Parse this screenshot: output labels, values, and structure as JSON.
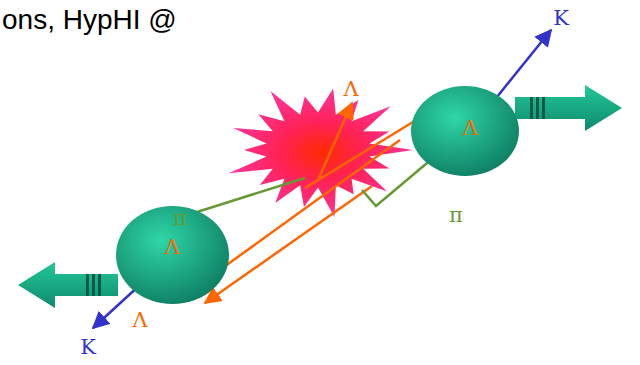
{
  "diagram": {
    "title": "ons, HypHI @",
    "nodes": [
      {
        "text": [
          "Λ"
        ]
      },
      {
        "text": [
          "π",
          "Λ"
        ]
      }
    ],
    "labels": [
      "K",
      "Λ",
      "π",
      "Λ",
      "K"
    ]
  }
}
